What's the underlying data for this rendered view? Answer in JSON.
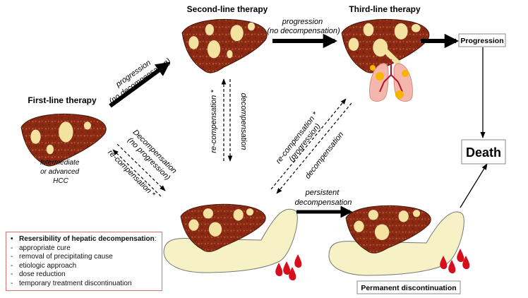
{
  "stages": {
    "first": "First-line therapy",
    "second": "Second-line therapy",
    "third": "Third-line therapy"
  },
  "hcc_label": [
    "Intermediate",
    "or advanced",
    "HCC"
  ],
  "arrows": {
    "first_to_second": [
      "progression",
      "(no decompensation)"
    ],
    "second_to_third": [
      "progression",
      "(no decompensation)"
    ],
    "first_decomp": [
      "Decompensation",
      "(no progression)"
    ],
    "first_recomp": "re-compensation *",
    "second_recomp": "re-compensation *",
    "second_decomp": "decompensation",
    "third_recomp": [
      "re-compensation *",
      "(progression)"
    ],
    "third_decomp": "decompensation",
    "persistent": [
      "persistent",
      "decompensation"
    ]
  },
  "outcomes": {
    "progression": "Progression",
    "death": "Death",
    "permanent": "Permanent discontinuation"
  },
  "reversibility": {
    "bullet": "•",
    "dash": "-",
    "title": "Resersibility of hepatic decompensation",
    "title_suffix": ":",
    "items": [
      "appropriate cure",
      "removal of precipitating cause",
      "etiologic approach",
      "dose reduction",
      "temporary treatment discontinuation"
    ]
  },
  "colors": {
    "liver": "#8b2a14",
    "liver_dark": "#5e1a0b",
    "tumor": "#f3e2a0",
    "ascites": "#f7f1c6",
    "blood": "#d60f1f",
    "lung": "#f3b7ad",
    "nodule": "#f7b500",
    "box_border": "#e07070"
  }
}
